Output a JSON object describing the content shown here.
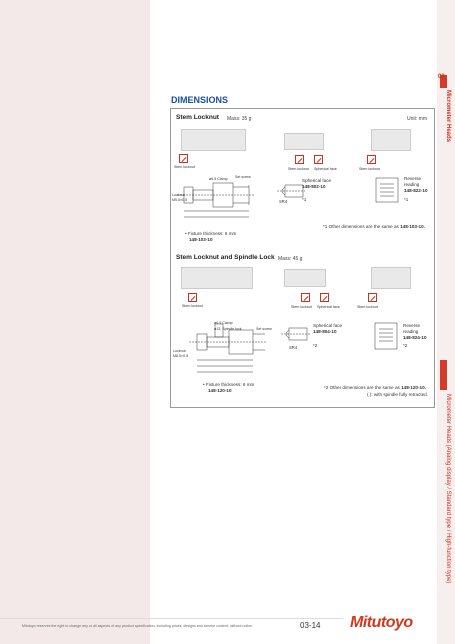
{
  "page_tab": "03",
  "sidebar": {
    "top_label": "Micrometer Heads",
    "mid_label": "Micrometer Heads (Analog display / Standard type / High-function type)"
  },
  "title": "DIMENSIONS",
  "unit": "Unit: mm",
  "sections": [
    {
      "heading": "Stem Locknut",
      "mass": "Mass: 35 g",
      "icon_labels": [
        "Stem locknut",
        "Stem locknut",
        "Spherical face",
        "Stem locknut"
      ],
      "variant1": {
        "label": "Spherical face",
        "code": "148-802-10",
        "mark": "*1",
        "radius": "SR4"
      },
      "variant2": {
        "label_line1": "Reverse",
        "label_line2": "reading",
        "code": "148-822-10",
        "mark": "*1"
      },
      "drawing_labels": [
        "Locknut",
        "M5.5×0.5",
        "ø6.5 Clamp",
        "Set screw"
      ],
      "fixture": "• Fixture thickness: 6 mm",
      "model": "148-103-10",
      "note_prefix": "*1 Other dimensions are the same as ",
      "note_code": "148-103-10."
    },
    {
      "heading": "Stem Locknut and Spindle Lock",
      "mass": "Mass: 45 g",
      "icon_labels": [
        "Stem locknut",
        "Stem locknut",
        "Spherical face",
        "Stem locknut"
      ],
      "variant1": {
        "label": "Spherical face",
        "code": "148-804-10",
        "mark": "*2",
        "radius": "SR4"
      },
      "variant2": {
        "label_line1": "Reverse",
        "label_line2": "reading",
        "code": "148-824-10",
        "mark": "*2"
      },
      "drawing_labels": [
        "Locknut",
        "M8.5×0.5",
        "ø6.5 Clamp",
        "ø13, Spindle lock",
        "Set screw"
      ],
      "fixture": "• Fixture thickness: 6 mm",
      "model": "148-120-10",
      "note_prefix": "*2 Other dimensions are the same as ",
      "note_code": "148-120-10.",
      "note2": "( ): with spindle fully retracted."
    }
  ],
  "footer": {
    "disclaimer": "Mitutoyo reserves the right to change any or all aspects of any product specification, including prices, designs and service content, without notice.",
    "page_number": "03-14",
    "logo": "Mitutoyo"
  },
  "colors": {
    "accent": "#c8321f",
    "title_blue": "#1a4ea1",
    "band": "#f4e9e9"
  }
}
